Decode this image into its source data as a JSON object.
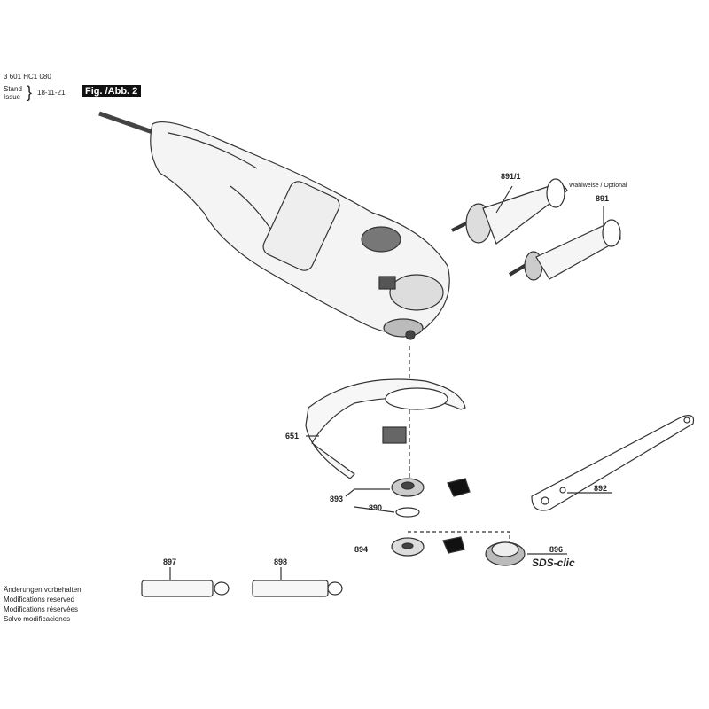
{
  "header": {
    "part_number": "3 601 HC1 080",
    "stand": "Stand",
    "issue": "Issue",
    "date": "18-11-21",
    "figure": "Fig. /Abb. 2"
  },
  "optional_note": "Wahlweise / Optional",
  "parts": {
    "p891_1": "891/1",
    "p891": "891",
    "p651": "651",
    "p893": "893",
    "p890": "890",
    "p892": "892",
    "p894": "894",
    "p896": "896",
    "p897": "897",
    "p898": "898"
  },
  "sds_clic": "SDS-clic",
  "disclaimer": [
    "Änderungen vorbehalten",
    "Modifications reserved",
    "Modifications réservées",
    "Salvo modificaciones"
  ]
}
